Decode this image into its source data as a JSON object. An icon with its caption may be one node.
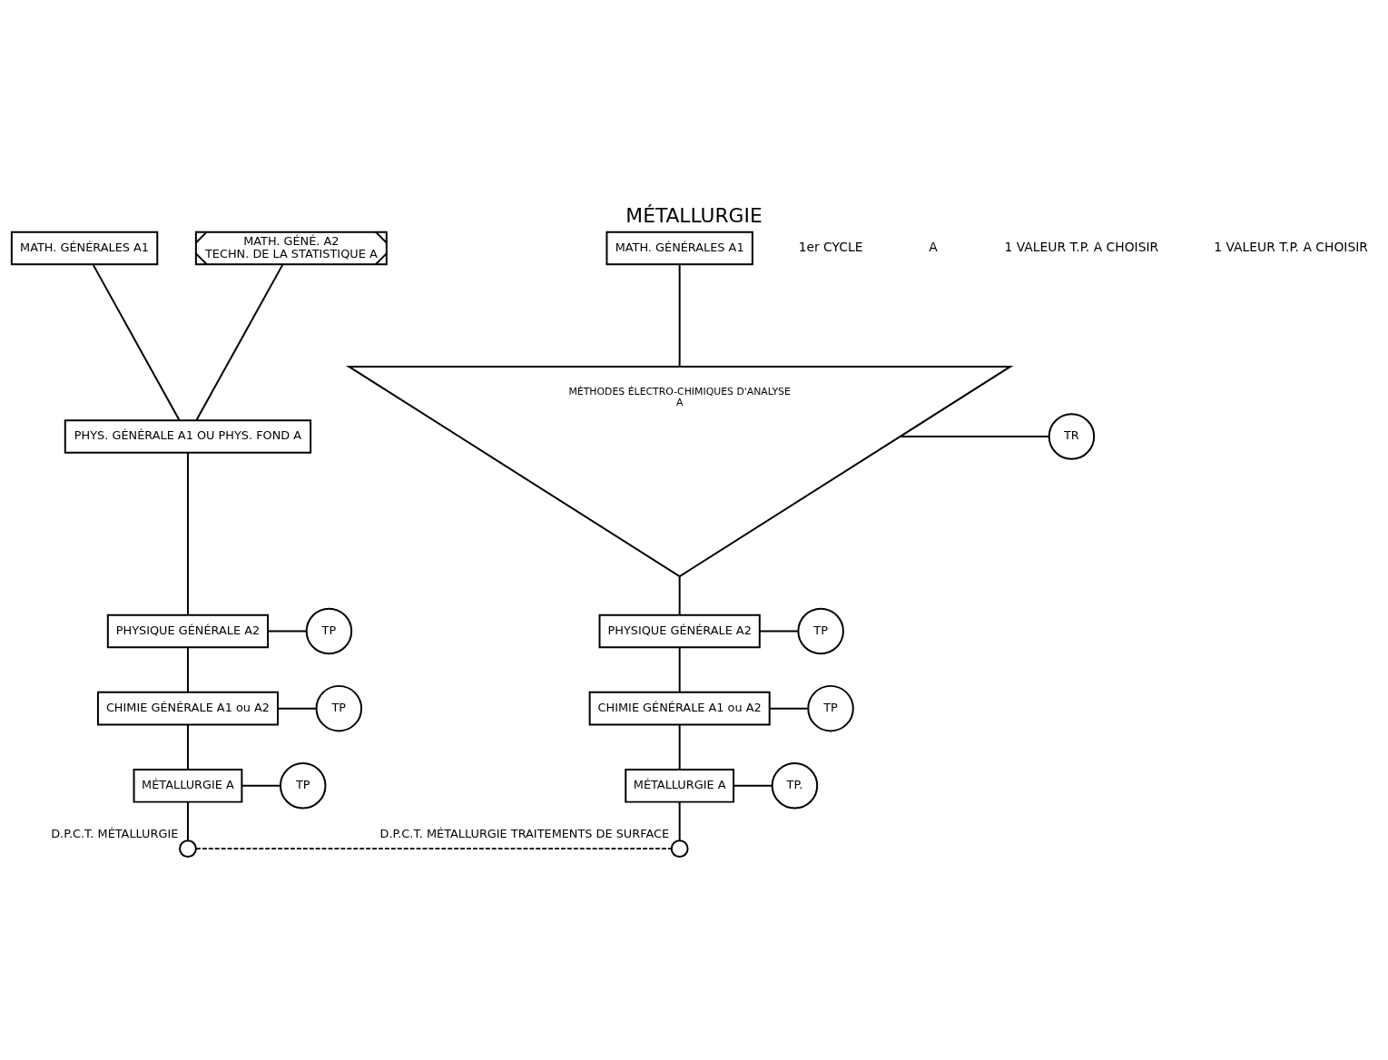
{
  "diagram": {
    "title": "MÉTALLURGIE",
    "nodes": [
      {
        "text": [
          "MATH. GÉNÉRALES A1"
        ]
      },
      {
        "text": [
          "MATH. GÉNÉ. A2",
          "TECHN. DE LA STATISTIQUE A"
        ]
      },
      {
        "text": [
          "PHYS. GÉNÉRALE A1 OU PHYS. FOND A"
        ]
      },
      {
        "text": [
          "PHYSIQUE GÉNÉRALE A2"
        ]
      },
      {
        "text": [
          "TP"
        ]
      },
      {
        "text": [
          "CHIMIE GÉNÉRALE A1 ou A2"
        ]
      },
      {
        "text": [
          "TP"
        ]
      },
      {
        "text": [
          "MÉTALLURGIE A"
        ]
      },
      {
        "text": [
          "TP"
        ]
      },
      {
        "text": [],
        "shape": "circle",
        "beside": [
          "D.P.C.T. MÉTALLURGIE"
        ]
      },
      {
        "text": [
          "MATH. GÉNÉRALES A1"
        ]
      },
      {
        "text": [
          "MÉTHODES ÉLECTRO-CHIMIQUES D'ANALYSE",
          "A"
        ]
      },
      {
        "text": [
          "TR"
        ]
      },
      {
        "text": [
          "PHYSIQUE GÉNÉRALE A2"
        ]
      },
      {
        "text": [
          "TP"
        ]
      },
      {
        "text": [
          "CHIMIE GÉNÉRALE A1 ou A2"
        ]
      },
      {
        "text": [
          "TP"
        ]
      },
      {
        "text": [
          "MÉTALLURGIE A"
        ]
      },
      {
        "text": [
          "TP."
        ]
      },
      {
        "text": [],
        "shape": "circle",
        "beside": [
          "D.P.C.T. MÉTALLURGIE TRAITEMENTS DE SURFACE"
        ]
      }
    ],
    "edges": [
      {
        "from": 0,
        "to": 2,
        "arrow": "none"
      },
      {
        "from": 1,
        "to": 2,
        "arrow": "none"
      },
      {
        "from": 2,
        "to": 3,
        "arrow": "none"
      },
      {
        "from": 3,
        "to": 4,
        "arrow": "none"
      },
      {
        "from": 3,
        "to": 5,
        "arrow": "none"
      },
      {
        "from": 5,
        "to": 6,
        "arrow": "none"
      },
      {
        "from": 5,
        "to": 7,
        "arrow": "none"
      },
      {
        "from": 7,
        "to": 8,
        "arrow": "none"
      },
      {
        "from": 7,
        "to": 9,
        "arrow": "none"
      },
      {
        "from": 9,
        "to": 19,
        "arrow": "none",
        "style": "dashed"
      },
      {
        "from": 10,
        "to": 11,
        "arrow": "none"
      },
      {
        "from": 11,
        "to": 12,
        "arrow": "none"
      },
      {
        "from": 11,
        "to": 13,
        "arrow": "none"
      },
      {
        "from": 13,
        "to": 14,
        "arrow": "none"
      },
      {
        "from": 13,
        "to": 15,
        "arrow": "none"
      },
      {
        "from": 15,
        "to": 16,
        "arrow": "none"
      },
      {
        "from": 15,
        "to": 17,
        "arrow": "none"
      },
      {
        "from": 17,
        "to": 18,
        "arrow": "none"
      },
      {
        "from": 17,
        "to": 19,
        "arrow": "none"
      }
    ],
    "labels": [
      "1er CYCLE",
      "A",
      "1 VALEUR T.P. A CHOISIR",
      "1 VALEUR T.P. A CHOISIR"
    ]
  }
}
